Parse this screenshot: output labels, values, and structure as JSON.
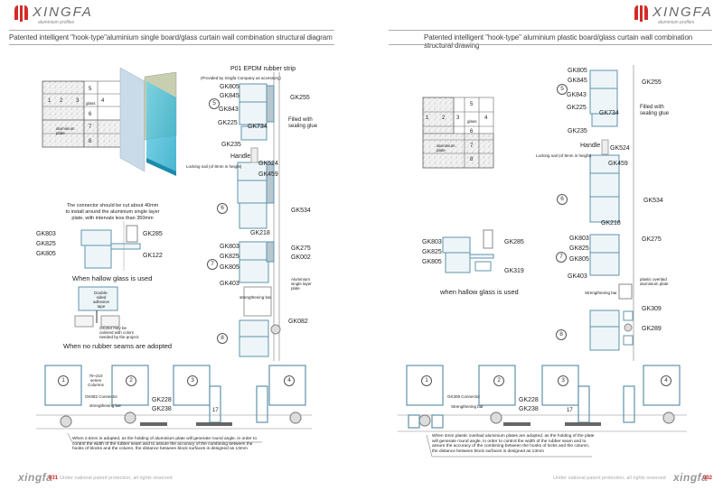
{
  "brand": {
    "name": "XINGFA",
    "tagline": "aluminium profiles",
    "footer_brand": "xingfa",
    "logo_color": "#d42a2a"
  },
  "left": {
    "title": "Patented intelligent \"hook-type\"aluminium single board/glass curtain wall combination structural diagram",
    "page_number": "031",
    "footer_text": "Under national patent protection, all rights reserved",
    "grid_labels": [
      "1",
      "2",
      "3",
      "4",
      "5",
      "6",
      "7",
      "8",
      "glass",
      "aluminium plate"
    ],
    "main_labels": {
      "p01": "P01 EPDM rubber strip",
      "provided": "(Provided by Xingfa Company as accessory)",
      "gk805a": "GK805",
      "gk845": "GK845",
      "gk843": "GK843",
      "gk225": "GK225",
      "gk734": "GK734",
      "gk255": "GK255",
      "filled": "Filled with sealing glue",
      "gk235": "GK235",
      "handle": "Handle",
      "gk524": "GK524",
      "locking": "Locking nail (of 8mm in height)",
      "gk459": "GK459",
      "gk534": "GK534",
      "gk218": "GK218",
      "gk803": "GK803",
      "gk825": "GK825",
      "gk805b": "GK805",
      "gk403": "GK403",
      "gk275": "GK275",
      "gk002": "GK002",
      "alu_plate": "Aluminium single layer plate",
      "strengthening": "strengthening bar",
      "gk082": "GK082",
      "n5": "5",
      "n6": "6",
      "n7": "7",
      "n8": "8"
    },
    "connector_note": "The connector should be cut about 40mm to install around the aluminium single layer plate, with intervals less than 350mm",
    "hollow": {
      "gk803": "GK803",
      "gk825": "GK825",
      "gk805": "GK805",
      "gk285": "GK285",
      "gk122": "GK122",
      "caption": "When hallow glass is used"
    },
    "no_seam": {
      "tape": "Double-sided adhesive tape",
      "gk264": "GK264 may be ordered with colors needed by the project.",
      "caption": "When no rubber seams are adopted"
    },
    "plan": {
      "n1": "1",
      "n2": "2",
      "n3": "3",
      "n4": "4",
      "columns": "70~210 series Columns",
      "connector": "GK082 Connector",
      "bar": "strengthening bar",
      "gk228": "GK228",
      "gk238": "GK238",
      "dim": "17"
    },
    "bottom_note": "When 2.5mm is adopted, as the holding of aluminium plate will generate round angle, in order to control the width of the rubber seam and to assure the accuracy of the combining between the hooks of blocks and the column, the distance between block surfaces is designed as 13mm"
  },
  "right": {
    "title": "Patented intelligent \"hook-type\" aluminium plastic board/glass curtain wall combination structural drawing",
    "page_number": "032",
    "footer_text": "Under national patent protection, all rights reserved",
    "grid_labels": [
      "1",
      "2",
      "3",
      "4",
      "5",
      "6",
      "7",
      "8",
      "glass",
      "aluminium plate"
    ],
    "main_labels": {
      "gk805a": "GK805",
      "gk845": "GK845",
      "gk843": "GK843",
      "gk225": "GK225",
      "gk734": "GK734",
      "gk255": "GK255",
      "filled": "Filled with sealing glue",
      "gk235": "GK235",
      "handle": "Handle",
      "gk524": "GK524",
      "locking": "Locking nail (of 8mm in height)",
      "gk459": "GK459",
      "gk534": "GK534",
      "gk218": "GK218",
      "gk803": "GK803",
      "gk825": "GK825",
      "gk805b": "GK805",
      "gk403": "GK403",
      "gk275": "GK275",
      "plastic_plate": "plastic overlaid aluminium plate",
      "strengthening": "Strengthening bar",
      "gk309": "GK309",
      "gk289": "GK289",
      "n5": "5",
      "n6": "6",
      "n7": "7",
      "n8": "8"
    },
    "hollow": {
      "gk803": "GK803",
      "gk825": "GK825",
      "gk805": "GK805",
      "gk285": "GK285",
      "gk319": "GK319",
      "caption": "when hallow glass is used"
    },
    "plan": {
      "n1": "1",
      "n2": "2",
      "n3": "3",
      "n4": "4",
      "connector": "GK309 Connector",
      "bar": "Strengthening bar",
      "gk228": "GK228",
      "gk238": "GK238",
      "dim": "17"
    },
    "bottom_note": "When 4mm plastic overlaid aluminium plates are adopted, as the holding of the plate will generate round angle, in order to control the width of the rubber seam and to assure the accuracy of the combining between the hooks of locks and the column, the distance between block surfaces is designed as 13mm"
  }
}
